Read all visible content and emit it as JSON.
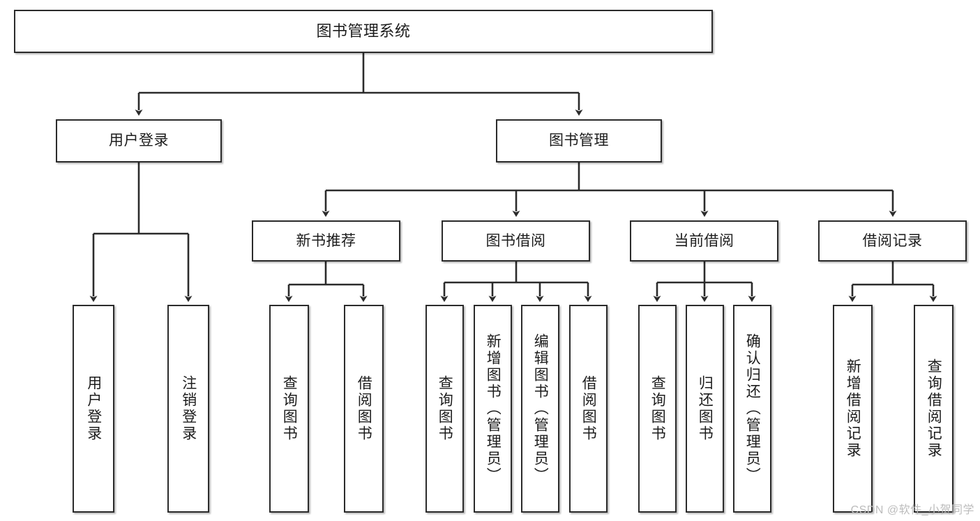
{
  "diagram": {
    "title": "图书管理系统",
    "type": "tree-hierarchy-diagram",
    "colors": {
      "box_border": "#2b2b2b",
      "box_fill": "#ffffff",
      "connector": "#2b2b2b",
      "text": "#1c1c1c",
      "watermark": "#bcbcbc"
    },
    "levels": {
      "root": "图书管理系统",
      "level2": [
        "用户登录",
        "图书管理"
      ],
      "level3": [
        "新书推荐",
        "图书借阅",
        "当前借阅",
        "借阅记录"
      ]
    },
    "nodes": {
      "root": {
        "label": "图书管理系统"
      },
      "user_login": {
        "label": "用户登录"
      },
      "book_manage": {
        "label": "图书管理"
      },
      "new_book_rec": {
        "label": "新书推荐"
      },
      "book_borrow": {
        "label": "图书借阅"
      },
      "current_borrow": {
        "label": "当前借阅"
      },
      "borrow_record": {
        "label": "借阅记录"
      },
      "leaf_user_login": {
        "label": "用户登录"
      },
      "leaf_logout": {
        "label": "注销登录"
      },
      "leaf_query_book_a": {
        "label": "查询图书"
      },
      "leaf_borrow_book_a": {
        "label": "借阅图书"
      },
      "leaf_query_book_b": {
        "label": "查询图书"
      },
      "leaf_add_book_admin": {
        "label": "新增图书（管理员）"
      },
      "leaf_edit_book_admin": {
        "label": "编辑图书（管理员）"
      },
      "leaf_borrow_book_b": {
        "label": "借阅图书"
      },
      "leaf_query_book_c": {
        "label": "查询图书"
      },
      "leaf_return_book": {
        "label": "归还图书"
      },
      "leaf_confirm_return_admin": {
        "label": "确认归还（管理员）"
      },
      "leaf_add_borrow_record": {
        "label": "新增借阅记录"
      },
      "leaf_query_borrow_record": {
        "label": "查询借阅记录"
      }
    },
    "edges": [
      {
        "from": "root",
        "to": "user_login"
      },
      {
        "from": "root",
        "to": "book_manage"
      },
      {
        "from": "user_login",
        "to": "leaf_user_login"
      },
      {
        "from": "user_login",
        "to": "leaf_logout"
      },
      {
        "from": "book_manage",
        "to": "new_book_rec"
      },
      {
        "from": "book_manage",
        "to": "book_borrow"
      },
      {
        "from": "book_manage",
        "to": "current_borrow"
      },
      {
        "from": "book_manage",
        "to": "borrow_record"
      },
      {
        "from": "new_book_rec",
        "to": "leaf_query_book_a"
      },
      {
        "from": "new_book_rec",
        "to": "leaf_borrow_book_a"
      },
      {
        "from": "book_borrow",
        "to": "leaf_query_book_b"
      },
      {
        "from": "book_borrow",
        "to": "leaf_add_book_admin"
      },
      {
        "from": "book_borrow",
        "to": "leaf_edit_book_admin"
      },
      {
        "from": "book_borrow",
        "to": "leaf_borrow_book_b"
      },
      {
        "from": "current_borrow",
        "to": "leaf_query_book_c"
      },
      {
        "from": "current_borrow",
        "to": "leaf_return_book"
      },
      {
        "from": "current_borrow",
        "to": "leaf_confirm_return_admin"
      },
      {
        "from": "borrow_record",
        "to": "leaf_add_borrow_record"
      },
      {
        "from": "borrow_record",
        "to": "leaf_query_borrow_record"
      }
    ]
  },
  "watermark": {
    "text": "CSDN @软件_小贺同学"
  }
}
